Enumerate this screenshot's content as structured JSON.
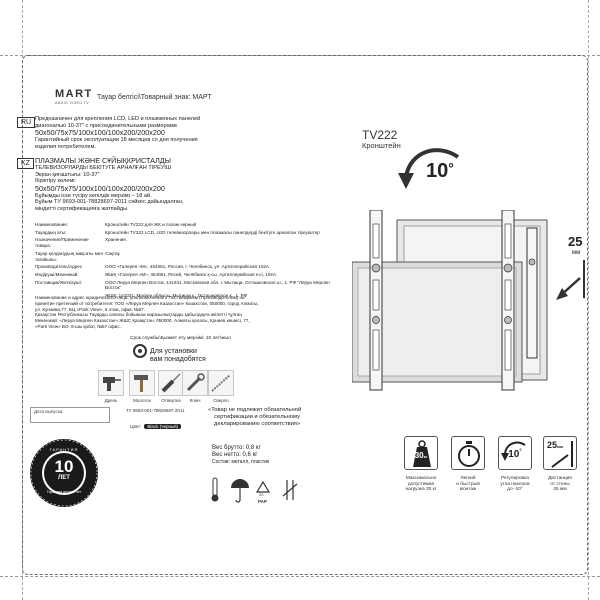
{
  "brand": {
    "logo": "MART",
    "sub": "AUDIO VIDEO TV",
    "trademark": "Тауар белгісі\\Товарный знак:  МАРТ"
  },
  "ru": {
    "tag": "RU",
    "line1": "Предназначен для крепления LCD, LED и плазменных панелей",
    "line2": "диагональю 10-37\" с присоединительными размерами",
    "line3": "50x50/75x75/100x100/100x200/200x200",
    "line4": "Гарантийный срок эксплуатации 18 месяцев со дня получения",
    "line5": "изделия потребителем."
  },
  "kz": {
    "tag": "KZ",
    "line1": "ПЛАЗМАЛЫ ЖӘНЕ СҰЙЫҚКРИСТАЛДЫ",
    "line2": "ТЕЛЕВИЗОРЛАРДЫ БЕКІТУГЕ АРНАЛҒАН ТІРЕУІШ",
    "line3": "Экран қиғаштығы: 10-37\"",
    "line4": "біріктіру көлемі:",
    "line5": "50x50/75x75/100x100/100x200/200x200",
    "line6": "Бұйымды іске түсіру кепілдік мерзімі – 18 ай.",
    "line7": "Бұйым ТУ 9693-001-78828697-2011 сәйкес дайындалған,",
    "line8": "міндетті сертификацияға жатпайды."
  },
  "specs": [
    {
      "k": "Наименование:",
      "v": "Кронштейн TV222 для ЖК и плазм черный"
    },
    {
      "k": "Тауардың аты:",
      "v": "Кронштейн TV222 LCD, LED телевизорлары мен плазмалы панелдерді бекітуге арналған тіреуіштер"
    },
    {
      "k": "Назначение/Применение товара:",
      "v": "Хранение."
    },
    {
      "k": "Тауар қолданудың мақсаты мен тағайыны:",
      "v": "Сақтау."
    },
    {
      "k": "Производитель/Адрес",
      "v": "ООО «Галерея «М», 454081, Россия, г. Челябинск, ул. Артиллерийская 102А."
    },
    {
      "k": "Өндіруші/Мекенжай:",
      "v": "ЖШҚ «Галерея «М», 454081, Ресей, Челябинск қ-сы, Артиллерийская к-сі, 102А."
    },
    {
      "k": "Поставщик/Жеткізуші:",
      "v": "ООО Леруа Мерлен Восток, 141031, Московская обл. г. Мытищи, Осташковское ш., 1. РФ \"Леруа Мерлен Восток\""
    },
    {
      "k": "",
      "v": "ЖШҚ, 141031, Мәскеу облысы, Мытищи қ., Осташковское к., 1. РФ"
    }
  ],
  "legal": {
    "line1": "Наименование и адрес юридического лица, уполномоченного Поставщиком (Производителем) на",
    "line2": "принятие претензий от потребителя: ТОО «Леруа Мерлен Казахстан» Казахстан, 050000, город Алматы,",
    "line3": "ул. Кунаева,77, БЦ «Park View», 6 этаж, офис №67.",
    "line4": "Қазақстан Республикасы Тауарды сапасы бойынша наразылықтарды қабылдауға өкілетті тұлғаң",
    "line5": "Мекенжай: «Леруа Мерлен Казахстан» ЖШС Қазақстан, 050000, Алматы қаласы, Қонаев көшесі, 77,",
    "line6": "«Park View» БО, 6-шы қабат, №67 офис."
  },
  "service": "Срок службы\\Қызмет ету мерзімі: 10 лет\\жыл",
  "product": {
    "model": "TV222",
    "type": "Кронштейн"
  },
  "rotation": {
    "value": "10",
    "unit": "°"
  },
  "offset": {
    "value": "25",
    "unit": "мм"
  },
  "tools": {
    "title1": "Для установки",
    "title2": "вам понадобятся",
    "items": [
      "Дрель",
      "Молоток",
      "Отвертка",
      "Ключ",
      "Сверло"
    ]
  },
  "date_label": "Дата выпуска:",
  "tu": "ТУ 9693-001-78828697-2011",
  "color": {
    "label": "Цвет:",
    "value": "Black (черный)"
  },
  "not_subject": {
    "line1": "«Товар не подлежит обязательной",
    "line2": "сертификации и обязательному",
    "line3": "декларированию соответствия»"
  },
  "weights": {
    "gross": "Вес брутто: 0,8 кг",
    "net": "Вес нетто: 0,6 кг",
    "material": "Состав: металл, пластик"
  },
  "seal": {
    "top": "ГАРАНТИЯ",
    "bottom": "Гарантия десять лет",
    "number": "10",
    "unit": "ЛЕТ"
  },
  "features": [
    {
      "icon_text": "30",
      "icon_unit": "кг",
      "label1": "Максимально",
      "label2": "допустимая",
      "label3": "нагрузка 30 кг"
    },
    {
      "icon_text": "",
      "icon_unit": "",
      "label1": "Легкий",
      "label2": "и быстрый",
      "label3": "монтаж"
    },
    {
      "icon_text": "10",
      "icon_unit": "°",
      "label1": "Регулировка",
      "label2": "угла наклона",
      "label3": "до -10°"
    },
    {
      "icon_text": "25",
      "icon_unit": "мм",
      "label1": "Дистанция",
      "label2": "от стены",
      "label3": "25 мм"
    }
  ],
  "cert": {
    "pap": "PAP",
    "pap_num": "20"
  }
}
